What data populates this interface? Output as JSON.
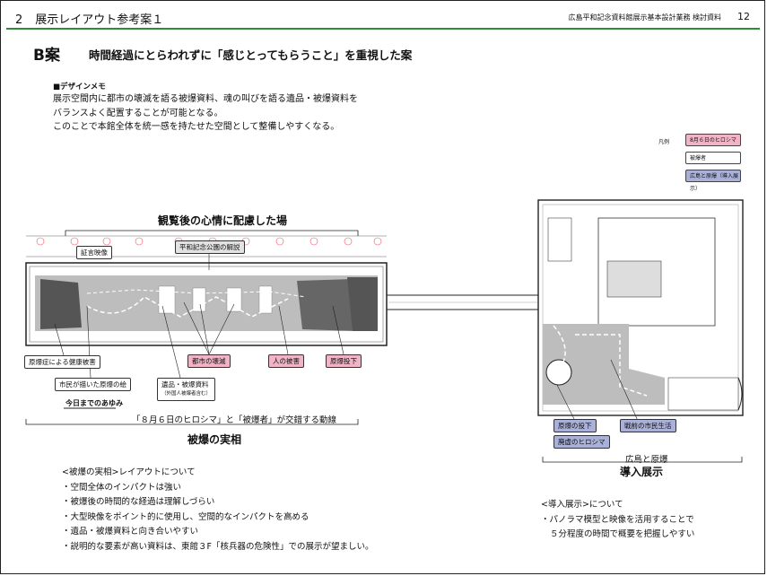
{
  "header": {
    "section_number": "2",
    "section_title": "展示レイアウト参考案１",
    "document_meta": "広島平和記念資料館展示基本設計業務 検討資料",
    "page_number": "12"
  },
  "plan": {
    "code": "B案",
    "description": "時間経過にとらわれずに「感じとってもらうこと」を重視した案"
  },
  "design_memo": {
    "heading": "■デザインメモ",
    "lines": [
      "展示空間内に都市の壊滅を語る被爆資料、魂の叫びを語る遺品・被爆資料を",
      "バランスよく配置することが可能となる。",
      "このことで本館全体を統一感を持たせた空間として整備しやすくなる。"
    ]
  },
  "legend": {
    "heading": "凡例",
    "items": [
      "8月６日のヒロシマ",
      "被爆者",
      "広島と原爆（導入展示）"
    ]
  },
  "main_floor": {
    "top_caption": "観覧後の心情に配慮した場",
    "top_tags": {
      "testimony": "証言映像",
      "park": "平和記念公園の解説"
    },
    "tags": {
      "health": "原爆症による健康被害",
      "drawings": "市民が描いた原爆の絵",
      "relics": "遺品・被爆資料",
      "relics_sub": "（外国人被爆者含む）",
      "city": "都市の壊滅",
      "people": "人の被害",
      "bomb": "原爆投下",
      "until_today": "今日までのあゆみ"
    },
    "flow_note": "「８月６日のヒロシマ」と「被爆者」が交錯する動線",
    "bottom_caption": "被爆の実相"
  },
  "intro_area": {
    "tags": {
      "bomb": "原爆の投下",
      "panorama": "廃虚のヒロシマ",
      "prewar": "戦前の市民生活"
    },
    "label": "広島と原爆",
    "caption": "導入展示"
  },
  "notes_left": {
    "heading": "<被爆の実相>レイアウトについて",
    "items": [
      "・空間全体のインパクトは強い",
      "・被爆後の時間的な経過は理解しづらい",
      "・大型映像をポイント的に使用し、空間的なインパクトを高める",
      "・遺品・被爆資料と向き合いやすい",
      "・説明的な要素が高い資料は、東館３F「核兵器の危険性」での展示が望ましい。"
    ]
  },
  "notes_right": {
    "heading": "<導入展示>について",
    "items": [
      "・パノラマ模型と映像を活用することで",
      "５分程度の時間で概要を把握しやすい"
    ]
  },
  "colors": {
    "accent_rule": "#2e8b3a",
    "hibaku_pink": "#f0b4c6",
    "intro_blue": "#aab1d8",
    "floor_gray": "#bdbdbd"
  }
}
